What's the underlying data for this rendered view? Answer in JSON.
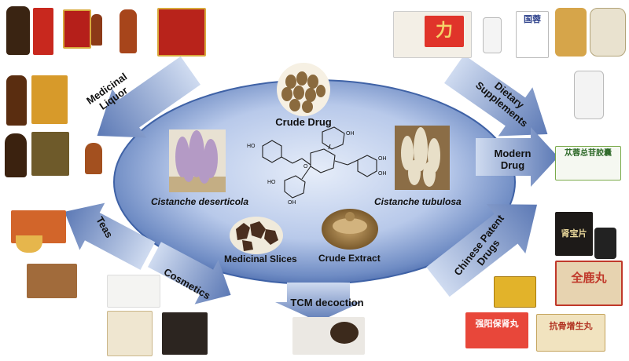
{
  "center": {
    "crude_drug": "Crude Drug",
    "deserticola": "Cistanche deserticola",
    "tubulosa": "Cistanche tubulosa",
    "medicinal_slices": "Medicinal Slices",
    "crude_extract": "Crude Extract"
  },
  "molecule_atoms": {
    "ho": "HO",
    "oh": "OH",
    "o": "O"
  },
  "arrows": {
    "medicinal_liquor": [
      "Medicinal",
      "Liquor"
    ],
    "dietary_supplements": [
      "Dietary",
      "Supplements"
    ],
    "modern_drug": [
      "Modern",
      "Drug"
    ],
    "teas": "Teas",
    "chinese_patent_drugs": [
      "Chinese Patent",
      "Drugs"
    ],
    "cosmetics": "Cosmetics",
    "tcm_decoction": "TCM decoction"
  },
  "product_text": {
    "chinese_glyphs_a": "力",
    "chinese_glyphs_b": "国蓉",
    "pill_box_main": "全鹿丸",
    "patent_box_red": "强阳保肾丸",
    "patent_box_yellow": "抗骨增生丸",
    "bottle_label": "肾宝片",
    "modern_drug_box": "苁蓉总苷胶囊"
  },
  "colors": {
    "ellipse_inner": "#c9d7ef",
    "ellipse_outer": "#3f62a6",
    "arrow_fill": "#8ea6d2",
    "arrow_dark": "#4c6aa8"
  }
}
